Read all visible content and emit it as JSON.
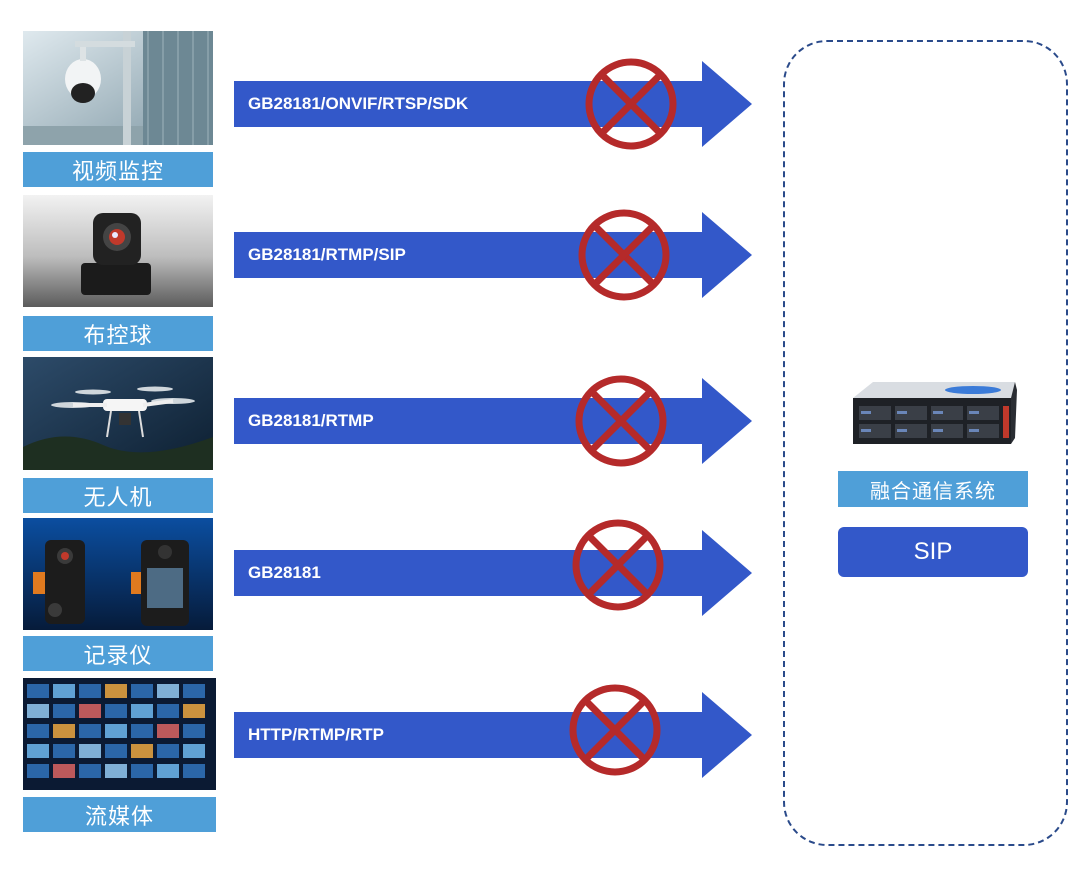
{
  "sources": [
    {
      "label": "视频监控",
      "protocols": "GB28181/ONVIF/RTSP/SDK"
    },
    {
      "label": "布控球",
      "protocols": "GB28181/RTMP/SIP"
    },
    {
      "label": "无人机",
      "protocols": "GB28181/RTMP"
    },
    {
      "label": "记录仪",
      "protocols": "GB28181"
    },
    {
      "label": "流媒体",
      "protocols": "HTTP/RTMP/RTP"
    }
  ],
  "target": {
    "system_label": "融合通信系统",
    "protocol_label": "SIP"
  },
  "colors": {
    "arrow": "#3358c9",
    "label_bg": "#4f9fd8",
    "blocked_mark": "#b52a2a",
    "dash_border": "#2a4a8a"
  },
  "icons": {
    "blocked": "blocked-x-circle-icon",
    "server": "rack-server-icon"
  }
}
